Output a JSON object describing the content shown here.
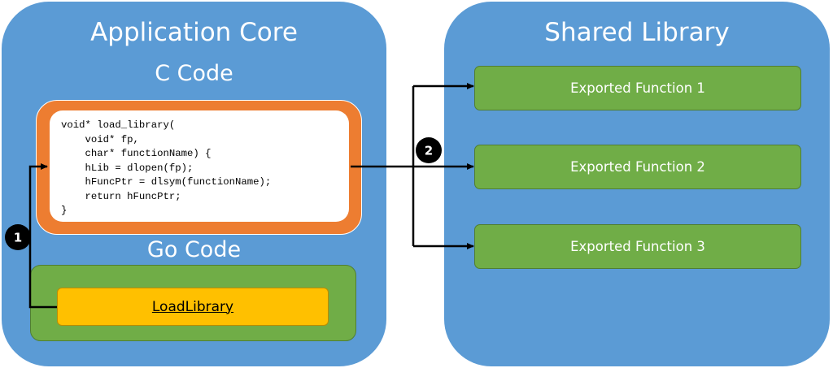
{
  "app_panel": {
    "title": "Application Core",
    "c_section_title": "C Code",
    "go_section_title": "Go Code",
    "code_lines": [
      "void* load_library(",
      "    void* fp,",
      "    char* functionName) {",
      "    hLib = dlopen(fp);",
      "    hFuncPtr = dlsym(functionName);",
      "    return hFuncPtr;",
      "}"
    ],
    "go_function_label": "LoadLibrary"
  },
  "lib_panel": {
    "title": "Shared Library",
    "functions": [
      "Exported Function 1",
      "Exported Function 2",
      "Exported Function 3"
    ]
  },
  "steps": [
    "1",
    "2"
  ],
  "colors": {
    "panel": "#5b9bd5",
    "c_frame": "#ed7d31",
    "go_box": "#70ad47",
    "function_box": "#70ad47",
    "loadlibrary_box": "#ffc000",
    "arrow": "#000000"
  }
}
